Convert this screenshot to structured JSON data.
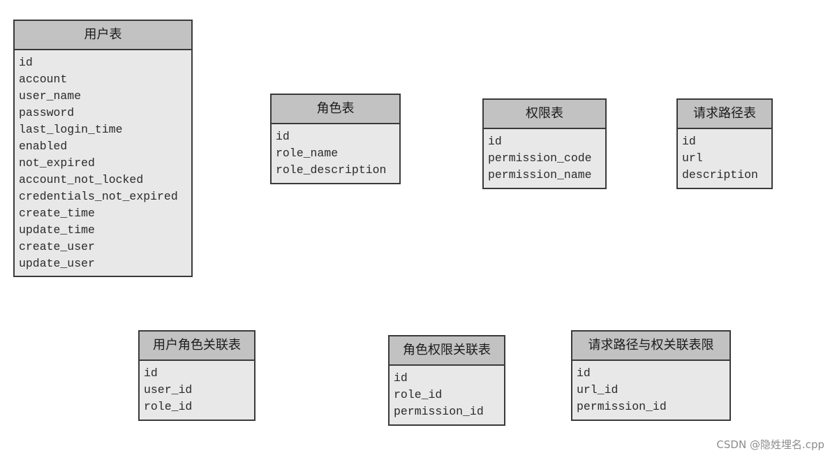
{
  "entities": [
    {
      "title": "用户表",
      "fields": [
        "id",
        "account",
        "user_name",
        "password",
        "last_login_time",
        "enabled",
        "not_expired",
        "account_not_locked",
        "credentials_not_expired",
        "create_time",
        "update_time",
        "create_user",
        "update_user"
      ]
    },
    {
      "title": "角色表",
      "fields": [
        "id",
        "role_name",
        "role_description"
      ]
    },
    {
      "title": "权限表",
      "fields": [
        "id",
        "permission_code",
        "permission_name"
      ]
    },
    {
      "title": "请求路径表",
      "fields": [
        "id",
        "url",
        "description"
      ]
    },
    {
      "title": "用户角色关联表",
      "fields": [
        "id",
        "user_id",
        "role_id"
      ]
    },
    {
      "title": "角色权限关联表",
      "fields": [
        "id",
        "role_id",
        "permission_id"
      ]
    },
    {
      "title": "请求路径与权关联表限",
      "fields": [
        "id",
        "url_id",
        "permission_id"
      ]
    }
  ],
  "watermark": "CSDN @隐姓埋名.cpp"
}
